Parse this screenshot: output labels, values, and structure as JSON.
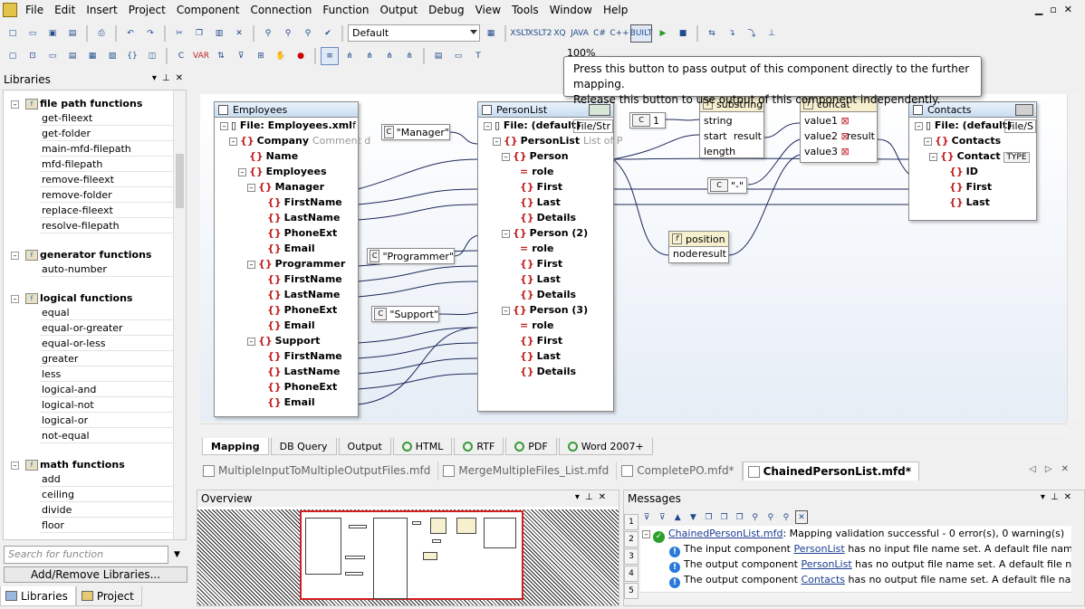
{
  "menu": [
    "File",
    "Edit",
    "Insert",
    "Project",
    "Component",
    "Connection",
    "Function",
    "Output",
    "Debug",
    "View",
    "Tools",
    "Window",
    "Help"
  ],
  "toolbar": {
    "style_combo": "Default",
    "zoom": "100%"
  },
  "tooltip": {
    "line1": "Press this button to pass output of this component directly to the further mapping.",
    "line2": "Release this button to use output of this component independently."
  },
  "libraries": {
    "title": "Libraries",
    "groups": [
      {
        "name": "file path functions",
        "items": [
          "get-fileext",
          "get-folder",
          "main-mfd-filepath",
          "mfd-filepath",
          "remove-fileext",
          "remove-folder",
          "replace-fileext",
          "resolve-filepath"
        ]
      },
      {
        "name": "generator functions",
        "items": [
          "auto-number"
        ]
      },
      {
        "name": "logical functions",
        "items": [
          "equal",
          "equal-or-greater",
          "equal-or-less",
          "greater",
          "less",
          "logical-and",
          "logical-not",
          "logical-or",
          "not-equal"
        ]
      },
      {
        "name": "math functions",
        "items": [
          "add",
          "ceiling",
          "divide",
          "floor"
        ]
      }
    ],
    "search_placeholder": "Search for function",
    "add_remove": "Add/Remove Libraries...",
    "tab_libraries": "Libraries",
    "tab_project": "Project"
  },
  "employees": {
    "title": "Employees",
    "file": "File: Employees.xml",
    "file_suffix": "f",
    "company": "Company",
    "company_comment": "Comment d",
    "name": "Name",
    "employees": "Employees",
    "manager": "Manager",
    "programmer": "Programmer",
    "support": "Support",
    "first_name": "FirstName",
    "last_name": "LastName",
    "phone_ext": "PhoneExt",
    "email": "Email"
  },
  "personlist": {
    "title": "PersonList",
    "file": "File: (default)",
    "file_btn": "File/Str",
    "root": "PersonList",
    "root_comment": "List of P",
    "person1": "Person",
    "person2": "Person (2)",
    "person3": "Person (3)",
    "role": "role",
    "first": "First",
    "last": "Last",
    "details": "Details"
  },
  "constants": {
    "manager": "\"Manager\"",
    "programmer": "\"Programmer\"",
    "support": "\"Support\"",
    "one": "1",
    "dash": "\"-\""
  },
  "substring": {
    "title": "substring",
    "string": "string",
    "start": "start",
    "length": "length",
    "result": "result"
  },
  "concat": {
    "title": "concat",
    "v1": "value1",
    "v2": "value2",
    "v3": "value3",
    "result": "result"
  },
  "position": {
    "title": "position",
    "node": "node",
    "result": "result"
  },
  "contacts": {
    "title": "Contacts",
    "file": "File: (default)",
    "file_btn": "File/S",
    "root": "Contacts",
    "contact": "Contact",
    "type_badge": "TYPE",
    "id": "ID",
    "first": "First",
    "last": "Last"
  },
  "view_tabs": [
    "Mapping",
    "DB Query",
    "Output",
    "HTML",
    "RTF",
    "PDF",
    "Word 2007+"
  ],
  "file_tabs": [
    "MultipleInputToMultipleOutputFiles.mfd",
    "MergeMultipleFiles_List.mfd",
    "CompletePO.mfd*",
    "ChainedPersonList.mfd*"
  ],
  "overview": {
    "title": "Overview"
  },
  "messages": {
    "title": "Messages",
    "side_tabs": [
      "1",
      "2",
      "3",
      "4",
      "5"
    ],
    "line1_file": "ChainedPersonList.mfd",
    "line1_text": ": Mapping validation successful - 0 error(s), 0 warning(s)",
    "line2_pre": "The input component",
    "line2_link": "PersonList",
    "line2_post": "has no input file name set. A default file name will be",
    "line3_pre": "The output component",
    "line3_link": "PersonList",
    "line3_post": "has no output file name set. A default file name wi",
    "line4_pre": "The output component",
    "line4_link": "Contacts",
    "line4_post": "has no output file name set. A default file name will"
  }
}
